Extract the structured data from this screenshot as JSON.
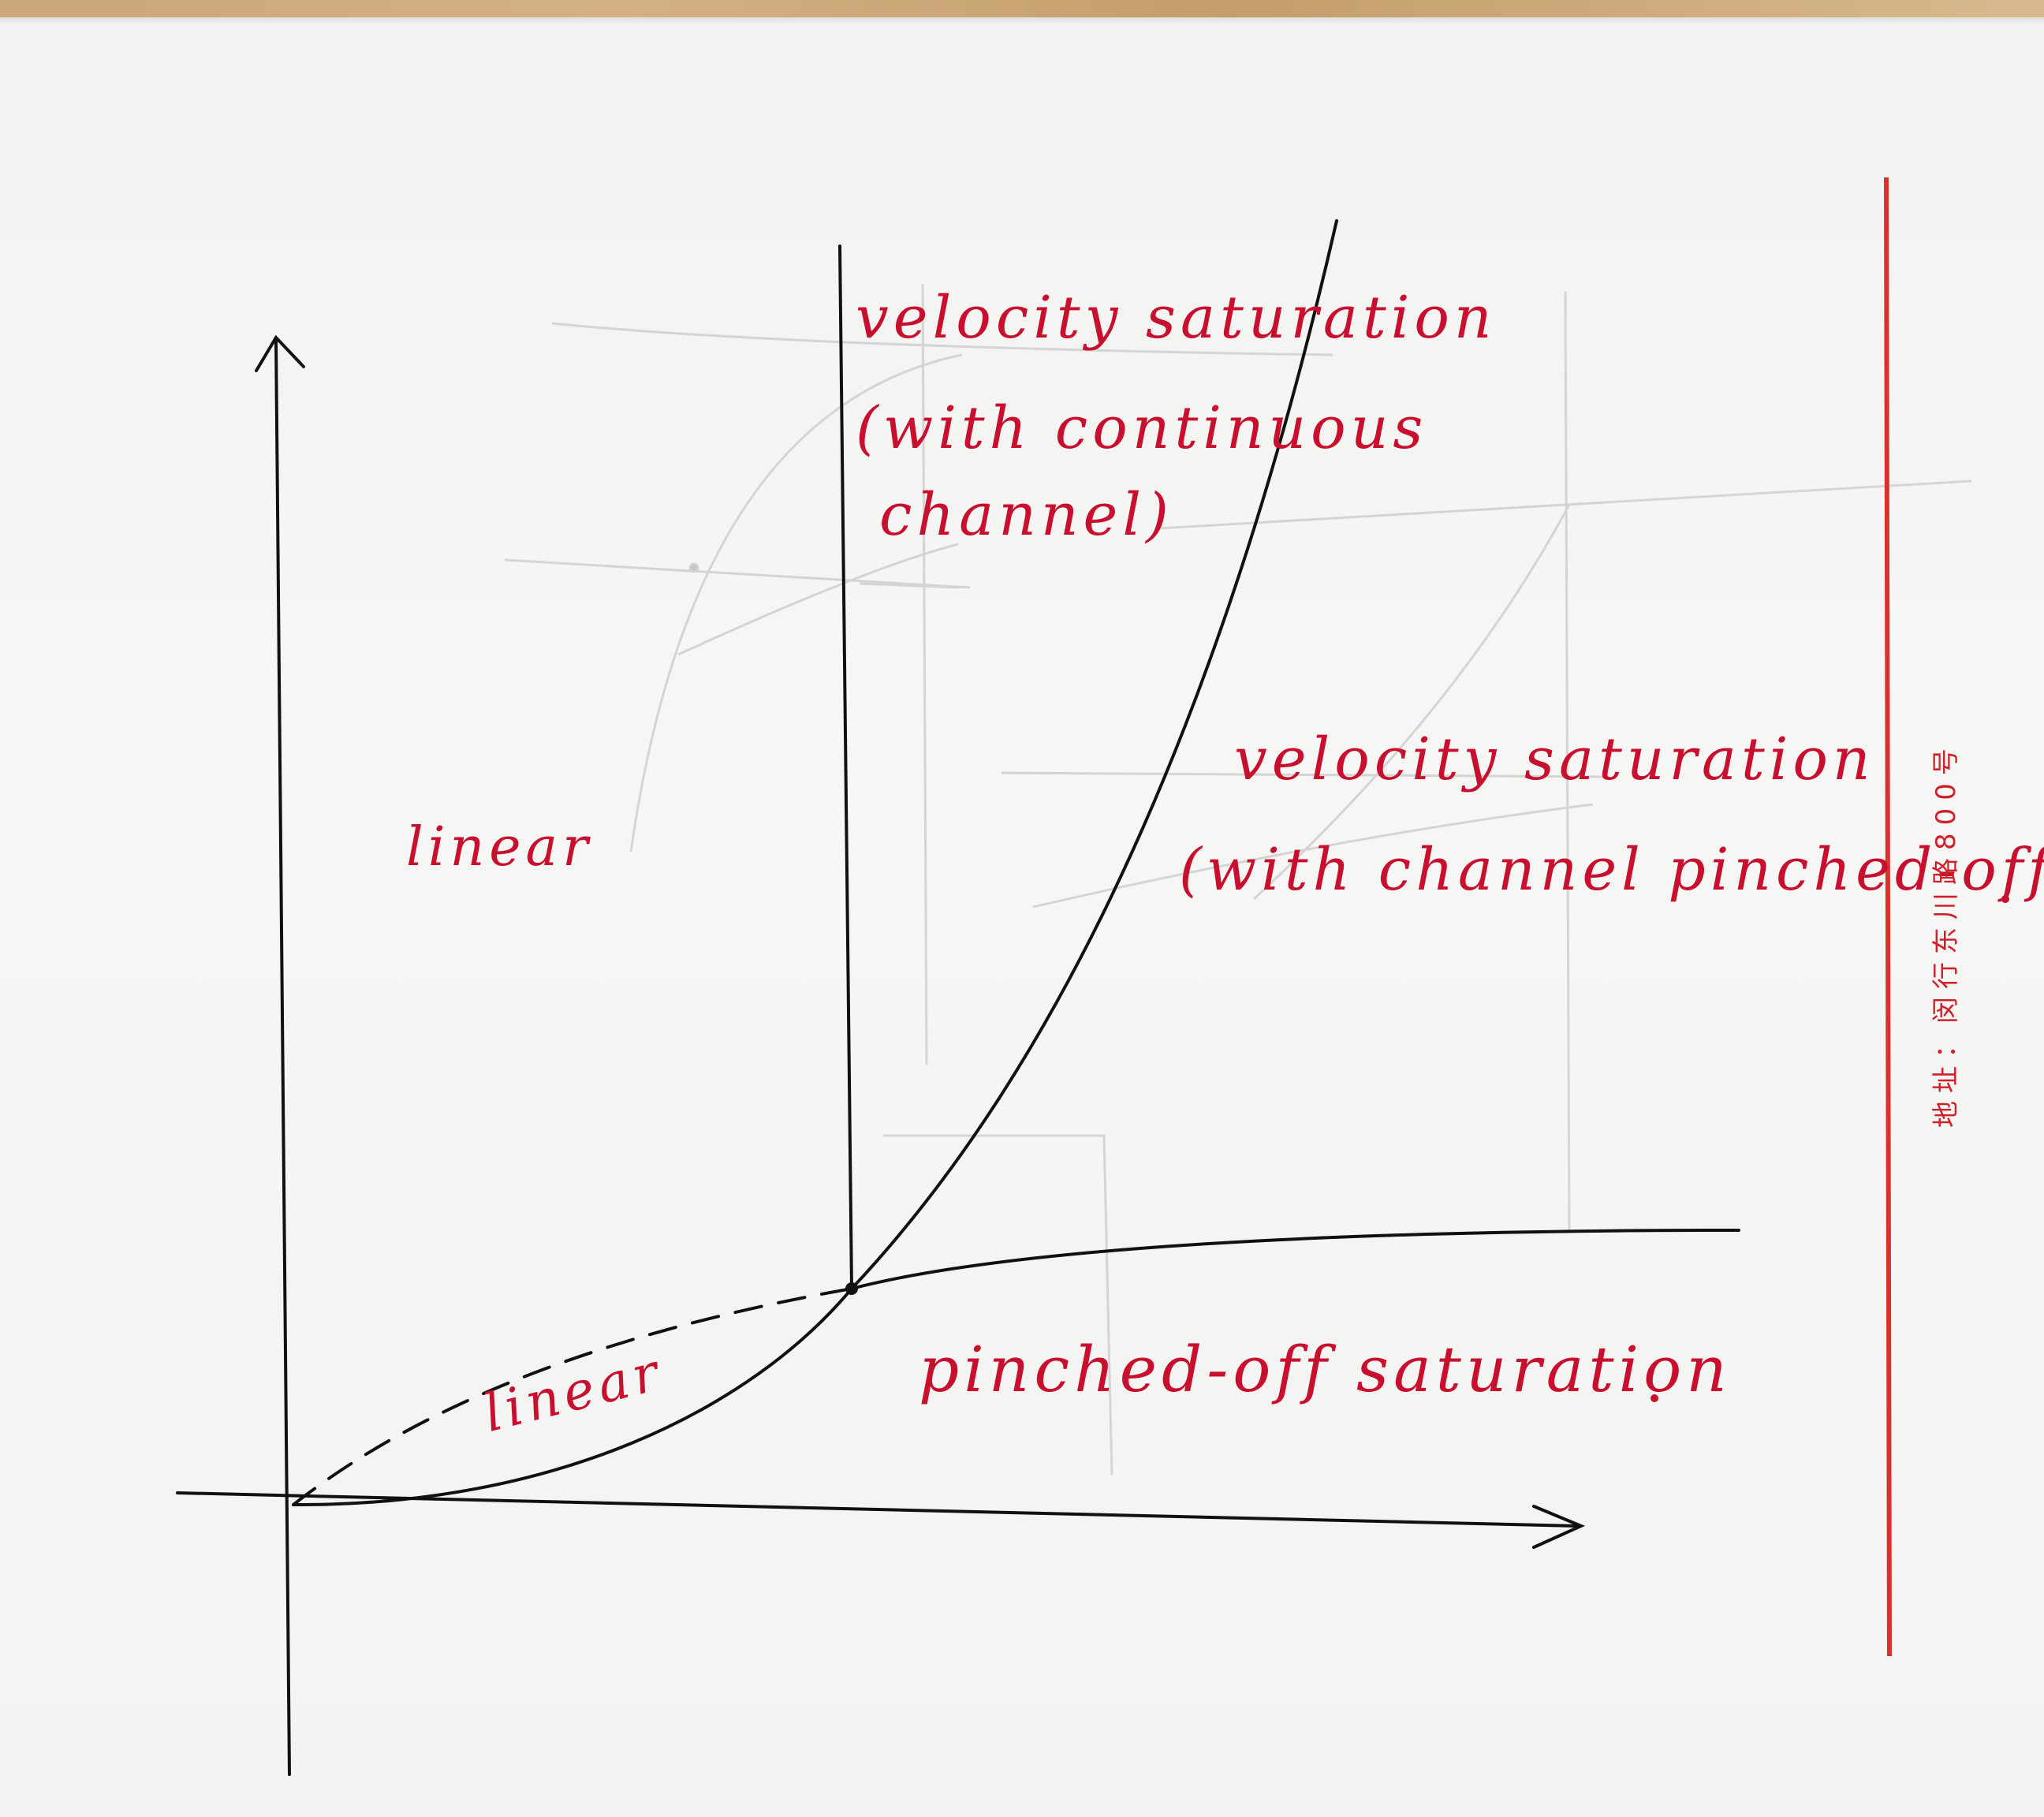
{
  "labels": {
    "velocity_saturation_continuous": {
      "line1": "velocity saturation",
      "line2": "(with continuous",
      "line3": "channel)"
    },
    "velocity_saturation_pinched": {
      "line1": "velocity saturation",
      "line2": "(with channel pinched-off)"
    },
    "linear_upper": "linear",
    "linear_lower": "linear",
    "pinched_off_saturation": "pinched-off saturation"
  },
  "margin": {
    "address": "地址：闵行东川路800号",
    "rule_color": "#d9322e"
  },
  "colors": {
    "ink_black": "#111111",
    "ink_red": "#c8102e",
    "faint_pencil": "#c9c9c9"
  }
}
